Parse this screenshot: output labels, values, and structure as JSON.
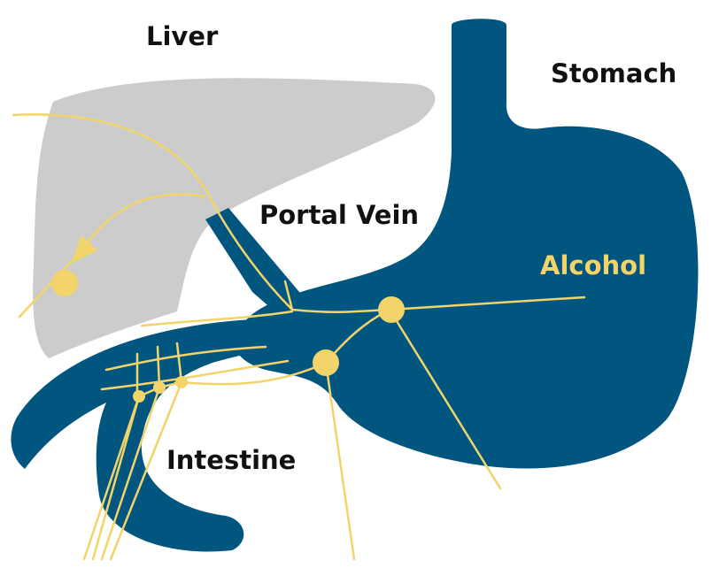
{
  "labels": {
    "liver": "Liver",
    "stomach": "Stomach",
    "portal_vein": "Portal Vein",
    "alcohol": "Alcohol",
    "intestine": "Intestine"
  },
  "colors": {
    "background": "#ffffff",
    "liver": "#cccccc",
    "organ": "#00567f",
    "alcohol_path": "#f2d46b",
    "label_text": "#111111",
    "alcohol_label": "#f2d46b"
  }
}
